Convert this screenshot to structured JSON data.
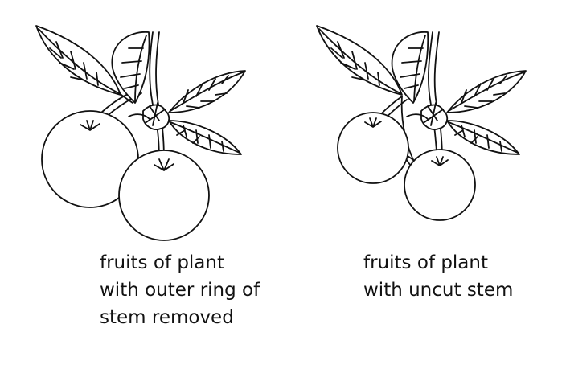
{
  "captions": {
    "left": {
      "line1": "fruits of plant",
      "line2": "with outer ring of",
      "line3": "stem removed"
    },
    "right": {
      "line1": "fruits of plant",
      "line2": "with uncut stem"
    }
  },
  "colors": {
    "line": "#111111",
    "fill": "#ffffff"
  },
  "icons": [
    "fruit-branch-illustration"
  ]
}
